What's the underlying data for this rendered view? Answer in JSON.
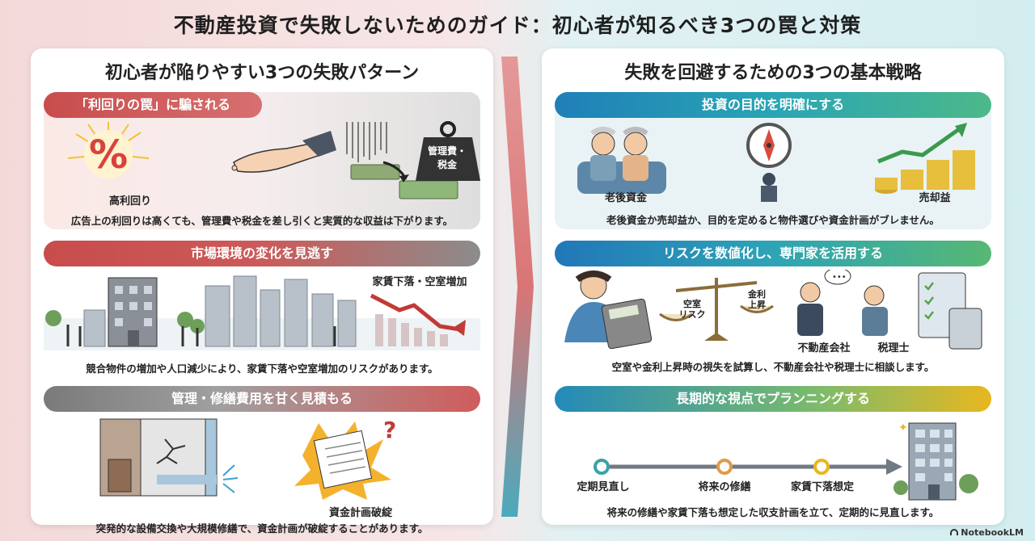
{
  "title": "不動産投資で失敗しないためのガイド：初心者が知るべき3つの罠と対策",
  "left": {
    "heading": "初心者が陥りやすい3つの失敗パターン",
    "sections": [
      {
        "band": "「利回りの罠」に騙される",
        "labels": [
          "高利回り",
          "管理費・\n税金"
        ],
        "caption": "広告上の利回りは高くても、管理費や税金を差し引くと実質的な収益は下がります。"
      },
      {
        "band": "市場環境の変化を見逃す",
        "labels": [
          "家賃下落・空室増加"
        ],
        "caption": "競合物件の増加や人口減少により、家賃下落や空室増加のリスクがあります。"
      },
      {
        "band": "管理・修繕費用を甘く見積もる",
        "labels": [
          "資金計画破綻"
        ],
        "caption": "突発的な設備交換や大規模修繕で、資金計画が破綻することがあります。"
      }
    ]
  },
  "right": {
    "heading": "失敗を回避するための3つの基本戦略",
    "sections": [
      {
        "band": "投資の目的を明確にする",
        "labels": [
          "老後資金",
          "売却益"
        ],
        "caption": "老後資金か売却益か、目的を定めると物件選びや資金計画がブレません。"
      },
      {
        "band": "リスクを数値化し、専門家を活用する",
        "labels": [
          "空室\nリスク",
          "金利\n上昇",
          "不動産会社",
          "税理士"
        ],
        "caption": "空室や金利上昇時の視失を試算し、不動産会社や税理士に相談します。"
      },
      {
        "band": "長期的な視点でプランニングする",
        "labels": [
          "定期見直し",
          "将来の修繕",
          "家賃下落想定"
        ],
        "caption": "将来の修繕や家賃下落も想定した収支計画を立て、定期的に見直します。"
      }
    ]
  },
  "logo": "NotebookLM",
  "colors": {
    "red": "#c84c4c",
    "teal": "#29a5b5",
    "green": "#4cb88a",
    "gold": "#e8b71f"
  }
}
